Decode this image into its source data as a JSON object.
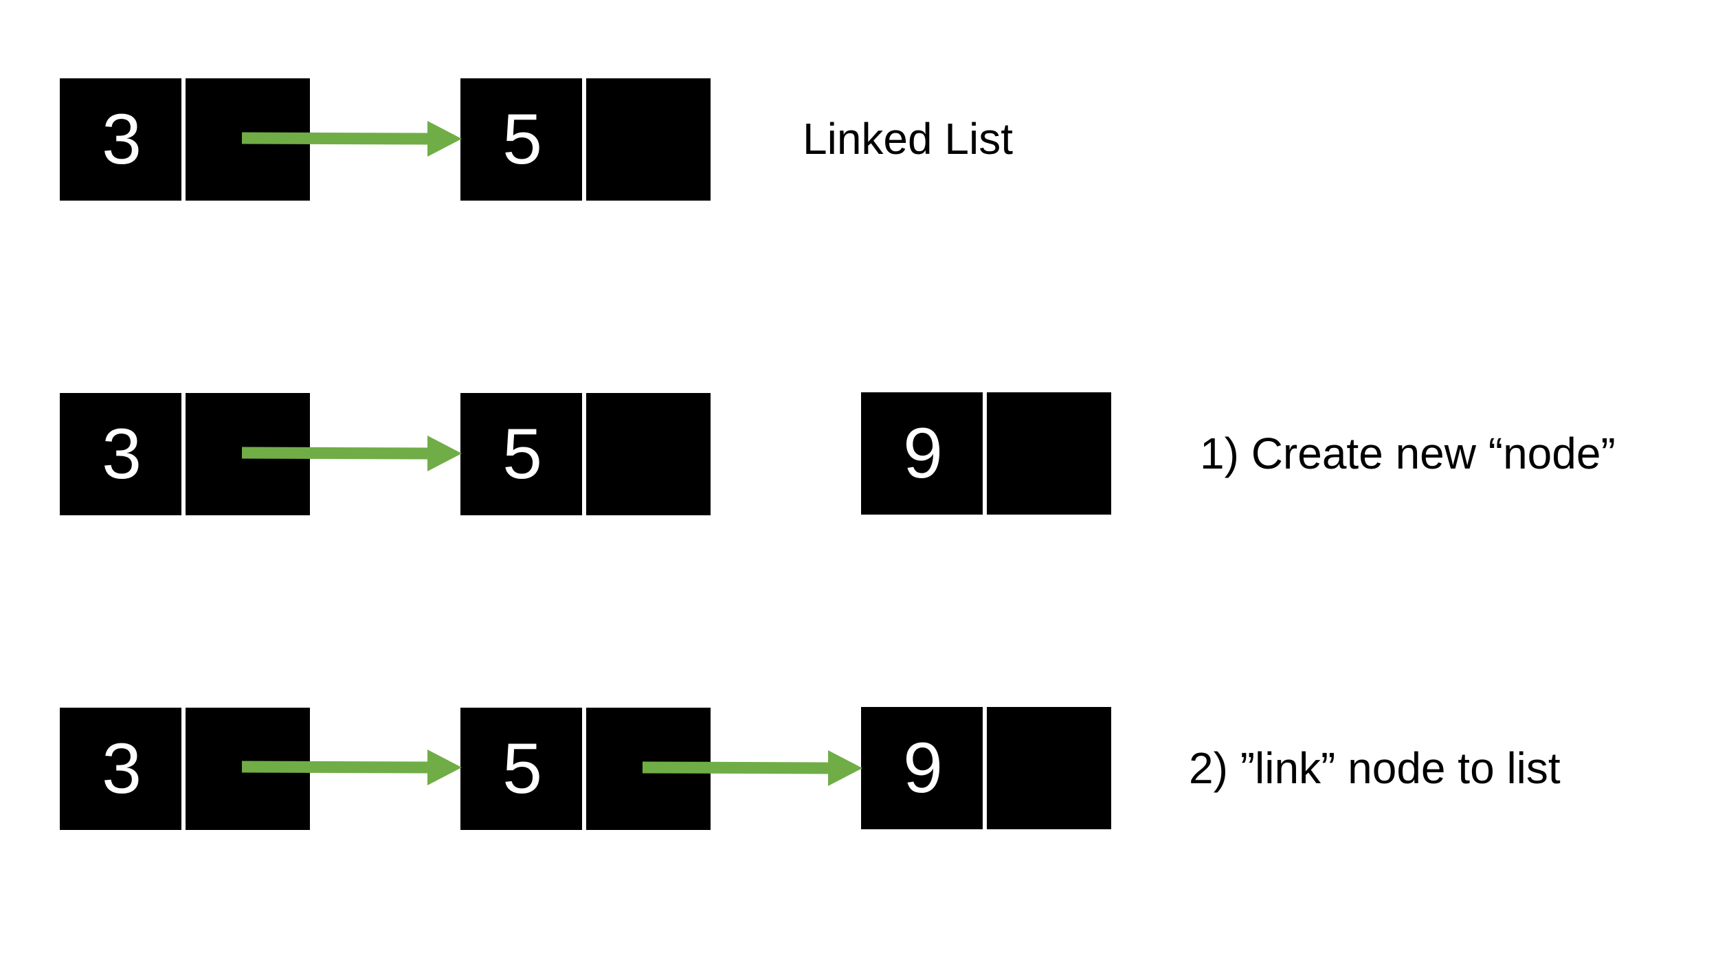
{
  "rows": [
    {
      "nodes": [
        {
          "value": "3"
        },
        {
          "value": "5"
        }
      ],
      "caption": "Linked List"
    },
    {
      "nodes": [
        {
          "value": "3"
        },
        {
          "value": "5"
        },
        {
          "value": "9"
        }
      ],
      "caption": "1) Create new “node”"
    },
    {
      "nodes": [
        {
          "value": "3"
        },
        {
          "value": "5"
        },
        {
          "value": "9"
        }
      ],
      "caption": "2) ”link” node to list"
    }
  ],
  "colors": {
    "node": "#000000",
    "divider": "#ffffff",
    "value_text": "#ffffff",
    "arrow": "#70ad47",
    "caption": "#000000"
  }
}
